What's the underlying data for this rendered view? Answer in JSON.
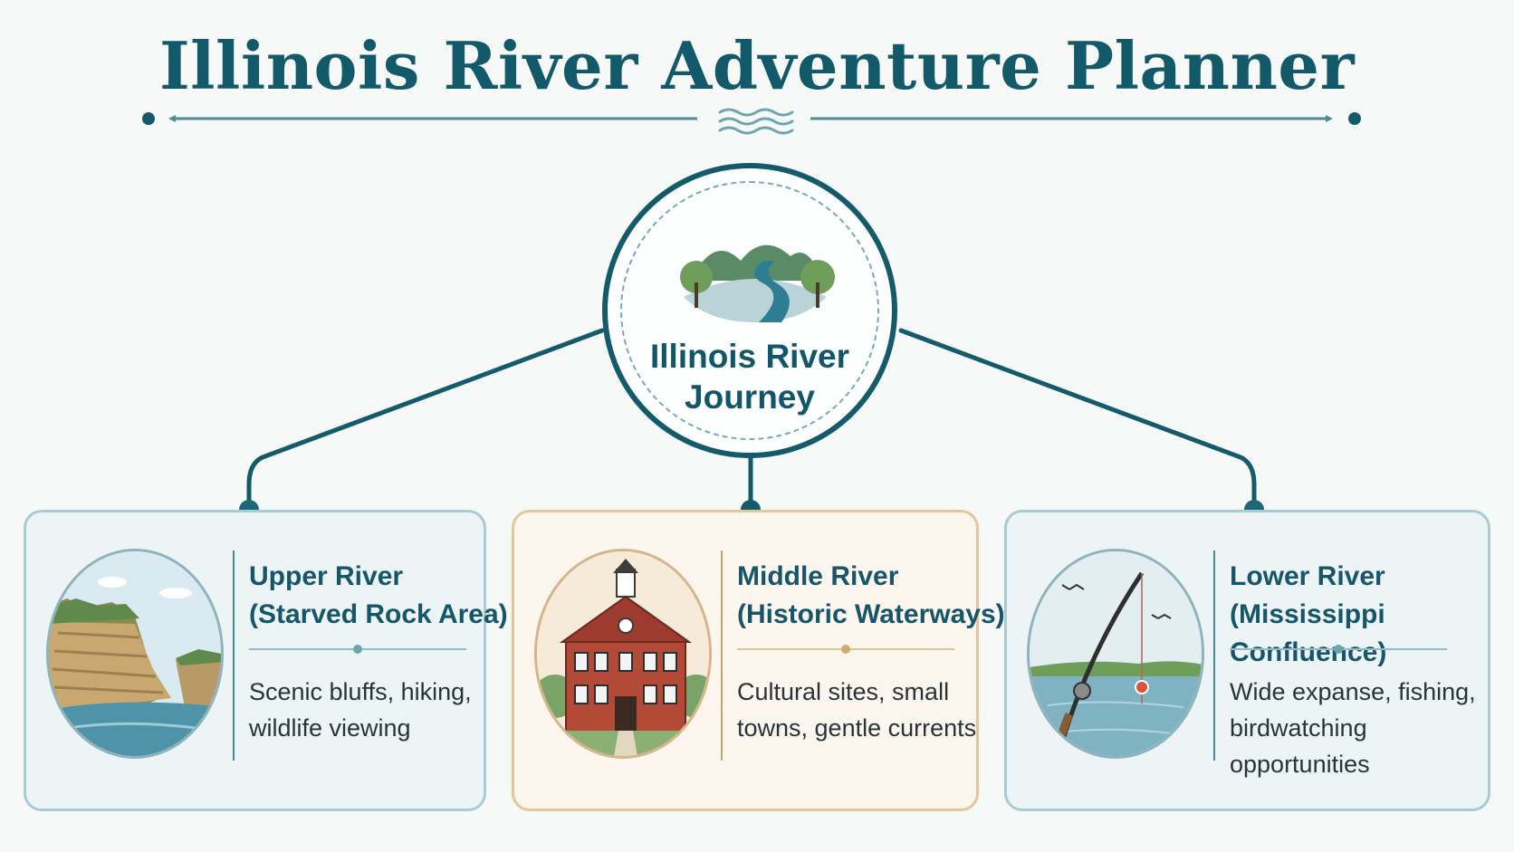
{
  "page": {
    "title": "Illinois River Adventure Planner"
  },
  "colors": {
    "primary": "#135b6b",
    "accent_teal": "#a9cbd3",
    "accent_sand": "#e1c79a",
    "background": "#f7f8f8"
  },
  "hub": {
    "label_line1": "Illinois River",
    "label_line2": "Journey",
    "icon": "river-landscape-icon"
  },
  "sections": [
    {
      "title_line1": "Upper River",
      "title_line2": "(Starved Rock Area)",
      "description": "Scenic bluffs, hiking, wildlife viewing",
      "icon": "bluffs-icon"
    },
    {
      "title_line1": "Middle River",
      "title_line2": "(Historic Waterways)",
      "description": "Cultural sites, small towns, gentle currents",
      "icon": "historic-building-icon"
    },
    {
      "title_line1": "Lower River",
      "title_line2": "(Mississippi Confluence)",
      "description": "Wide expanse, fishing, birdwatching opportunities",
      "icon": "fishing-rod-icon"
    }
  ]
}
